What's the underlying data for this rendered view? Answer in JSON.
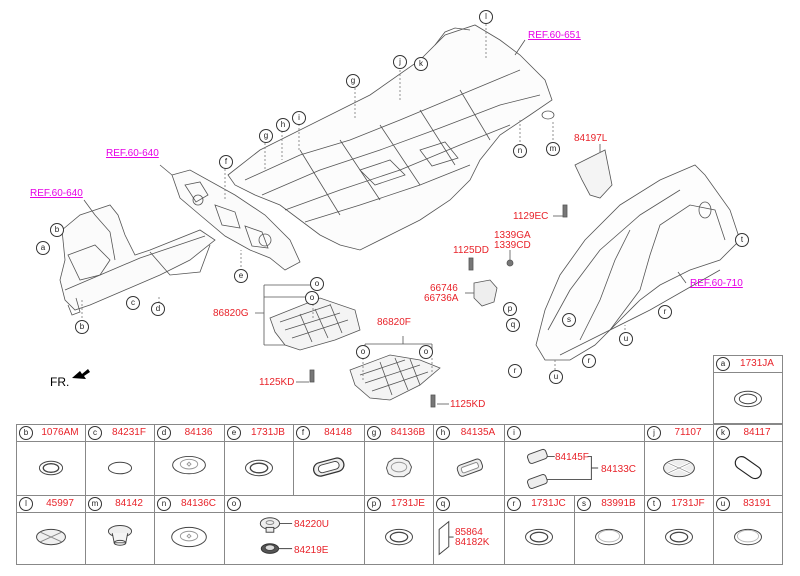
{
  "diagram": {
    "direction_label": "FR.",
    "references": [
      {
        "id": "ref-front-left",
        "text": "REF.60-640"
      },
      {
        "id": "ref-dash",
        "text": "REF.60-640"
      },
      {
        "id": "ref-rear",
        "text": "REF.60-651"
      },
      {
        "id": "ref-side",
        "text": "REF.60-710"
      }
    ],
    "part_labels": {
      "p86820G": "86820G",
      "p86820F": "86820F",
      "p1125KD_a": "1125KD",
      "p1125KD_b": "1125KD",
      "p84197L": "84197L",
      "p1129EC": "1129EC",
      "p1339GA": "1339GA",
      "p1339CD": "1339CD",
      "p1125DD": "1125DD",
      "p66746": "66746",
      "p66736A": "66736A"
    },
    "callouts": {
      "a1": "a",
      "b1": "b",
      "b2": "b",
      "c1": "c",
      "d1": "d",
      "e1": "e",
      "f1": "f",
      "g1": "g",
      "g2": "g",
      "h1": "h",
      "i1": "i",
      "j1": "j",
      "k1": "k",
      "l1": "l",
      "m1": "m",
      "n1": "n",
      "o1": "o",
      "o2": "o",
      "o3": "o",
      "o4": "o",
      "p1": "p",
      "q1": "q",
      "r1": "r",
      "r2": "r",
      "r3": "r",
      "s1": "s",
      "t1": "t",
      "u1": "u",
      "u2": "u"
    }
  },
  "legend": {
    "cells": [
      {
        "key": "a",
        "code": "1731JA"
      },
      {
        "key": "b",
        "code": "1076AM"
      },
      {
        "key": "c",
        "code": "84231F"
      },
      {
        "key": "d",
        "code": "84136"
      },
      {
        "key": "e",
        "code": "1731JB"
      },
      {
        "key": "f",
        "code": "84148"
      },
      {
        "key": "g",
        "code": "84136B"
      },
      {
        "key": "h",
        "code": "84135A"
      },
      {
        "key": "i",
        "code": "",
        "subparts": [
          "84145F",
          "84133C"
        ]
      },
      {
        "key": "j",
        "code": "71107"
      },
      {
        "key": "k",
        "code": "84117"
      },
      {
        "key": "l",
        "code": "45997"
      },
      {
        "key": "m",
        "code": "84142"
      },
      {
        "key": "n",
        "code": "84136C"
      },
      {
        "key": "o",
        "code": "",
        "subparts": [
          "84220U",
          "84219E"
        ]
      },
      {
        "key": "p",
        "code": "1731JE"
      },
      {
        "key": "q",
        "code": "",
        "subparts": [
          "85864",
          "84182K"
        ]
      },
      {
        "key": "r",
        "code": "1731JC"
      },
      {
        "key": "s",
        "code": "83991B"
      },
      {
        "key": "t",
        "code": "1731JF"
      },
      {
        "key": "u",
        "code": "83191"
      }
    ]
  }
}
